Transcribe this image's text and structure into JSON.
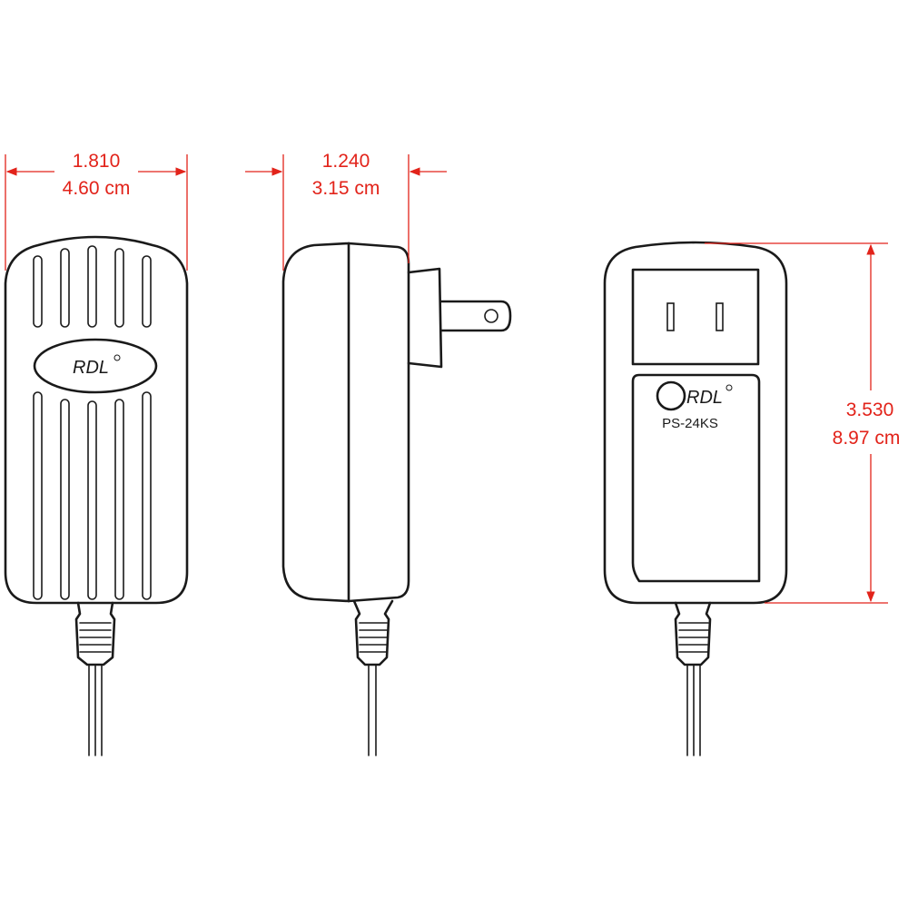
{
  "dimensions": {
    "width": {
      "inches": "1.810",
      "cm": "4.60 cm"
    },
    "depth": {
      "inches": "1.240",
      "cm": "3.15 cm"
    },
    "height": {
      "inches": "3.530",
      "cm": "8.97 cm"
    }
  },
  "front_view": {
    "logo": "RDL"
  },
  "back_view": {
    "logo": "RDL",
    "model": "PS-24KS"
  },
  "colors": {
    "dimension": "#e2231a",
    "outline": "#1a1a1a"
  }
}
